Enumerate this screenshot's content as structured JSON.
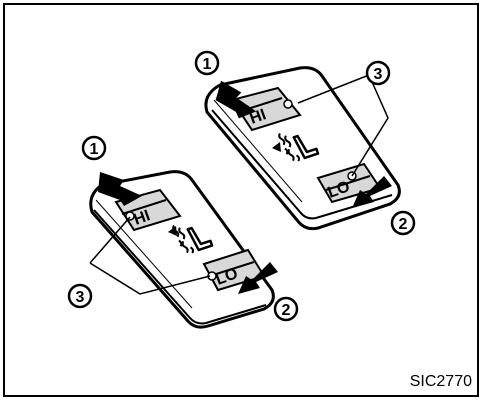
{
  "figure_code": "SIC2770",
  "callouts": [
    "1",
    "2",
    "3"
  ],
  "switch_labels": {
    "hi": "HI",
    "lo": "LO"
  },
  "icons": [
    "heated-seat-icon",
    "indicator-light-icon",
    "press-arrow-icon"
  ],
  "colors": {
    "ink": "#000000",
    "paper": "#ffffff",
    "face": "#d8d8d8"
  }
}
